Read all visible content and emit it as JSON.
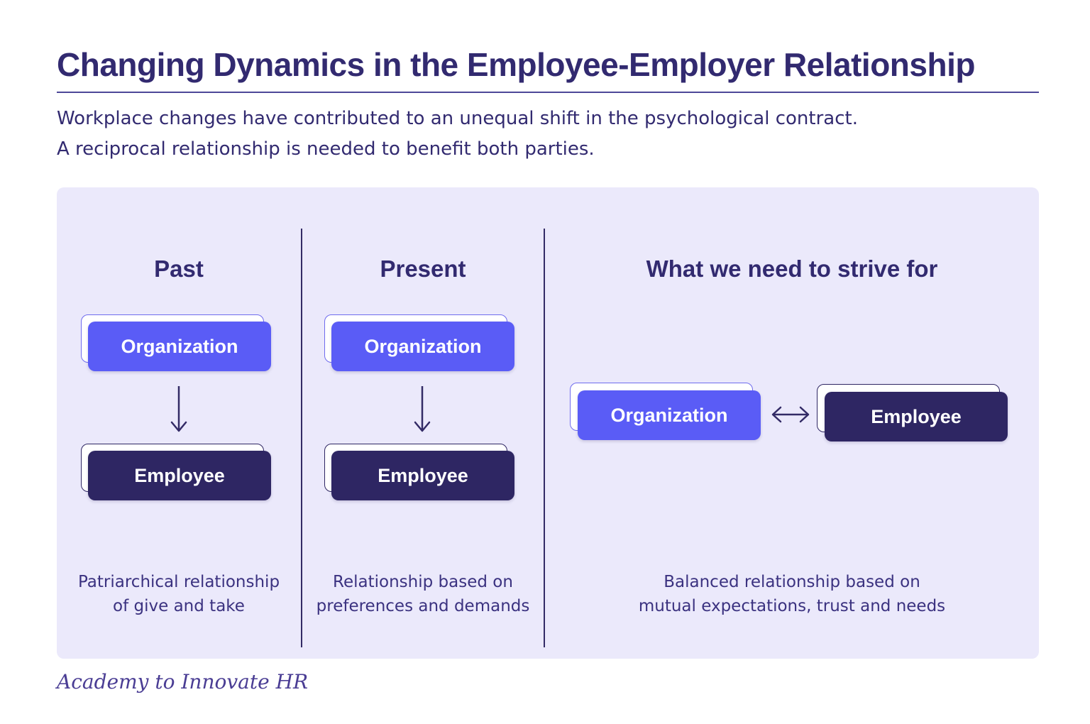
{
  "header": {
    "title": "Changing Dynamics in the Employee-Employer Relationship",
    "subtitle_line1": "Workplace changes have contributed to an unequal shift in the psychological contract.",
    "subtitle_line2": "A reciprocal relationship is needed to benefit both parties."
  },
  "colors": {
    "organization_blue": "#5a5cf6",
    "employee_navy": "#2e2663",
    "panel_background": "#ebe9fb",
    "text_indigo": "#322a70",
    "divider": "#332b66"
  },
  "columns": [
    {
      "header": "Past",
      "top_box": "Organization",
      "bottom_box": "Employee",
      "relation_icon": "arrow-down",
      "caption_line1": "Patriarchical relationship",
      "caption_line2": "of give and take"
    },
    {
      "header": "Present",
      "top_box": "Organization",
      "bottom_box": "Employee",
      "relation_icon": "arrow-down",
      "caption_line1": "Relationship based on",
      "caption_line2": "preferences and demands"
    },
    {
      "header": "What we need to strive for",
      "left_box": "Organization",
      "right_box": "Employee",
      "relation_icon": "arrow-left-right",
      "caption_line1": "Balanced relationship based on",
      "caption_line2": "mutual expectations, trust and needs"
    }
  ],
  "footer": {
    "text": "Academy to Innovate HR"
  }
}
